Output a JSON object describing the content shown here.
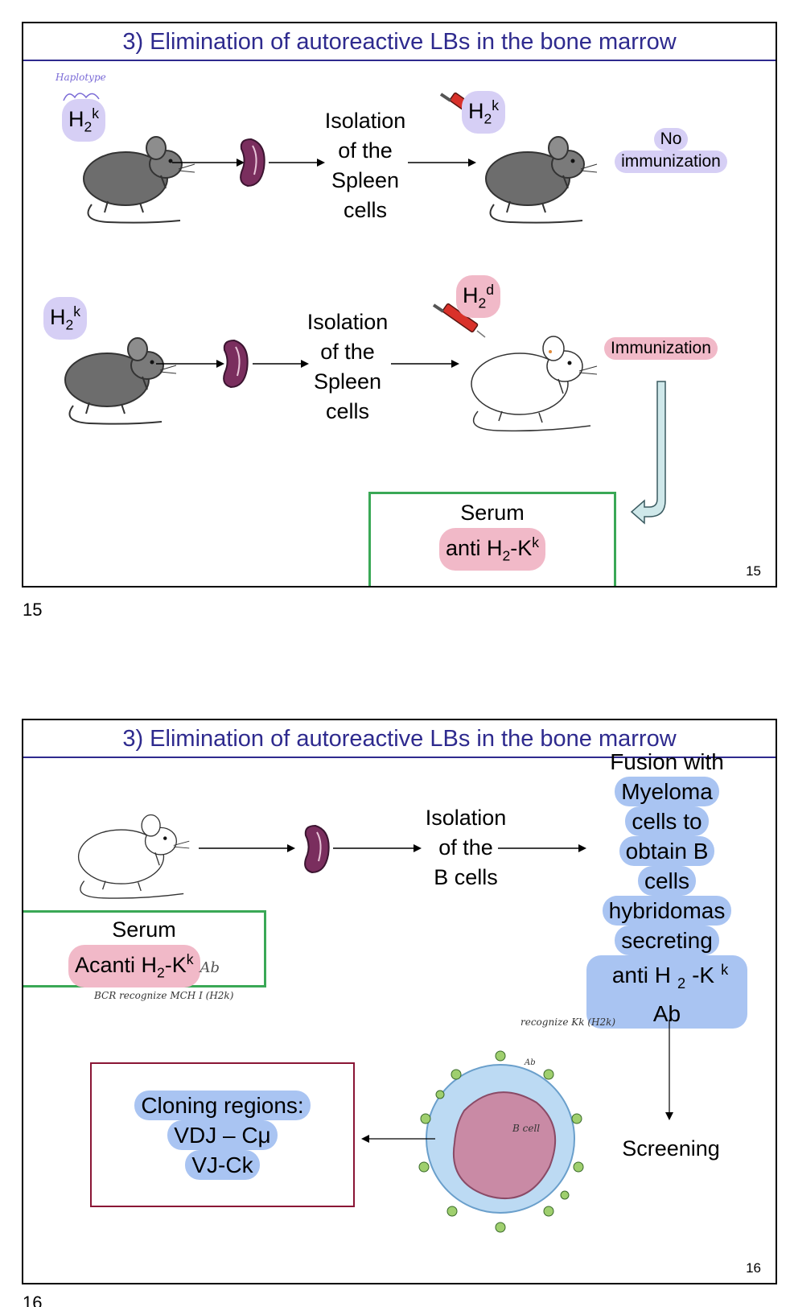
{
  "slide1": {
    "title": "3) Elimination of autoreactive LBs in the bone marrow",
    "haplotype_note": "Haplotype",
    "row1": {
      "mouse_tag": {
        "base": "H",
        "sub": "2",
        "sup": "k"
      },
      "isolation": [
        "Isolation",
        "of the",
        "Spleen",
        "cells"
      ],
      "syringe_tag": {
        "base": "H",
        "sub": "2",
        "sup": "k"
      },
      "result": [
        "No",
        "immunization"
      ]
    },
    "row2": {
      "mouse_tag": {
        "base": "H",
        "sub": "2",
        "sup": "k"
      },
      "isolation": [
        "Isolation",
        "of the",
        "Spleen",
        "cells"
      ],
      "syringe_tag": {
        "base": "H",
        "sub": "2",
        "sup": "d"
      },
      "result": "Immunization"
    },
    "serum": {
      "line1": "Serum",
      "line2_prefix": "anti H",
      "line2_sub": "2",
      "line2_mid": "-K",
      "line2_sup": "k"
    },
    "slide_number": "15"
  },
  "page_number_1": "15",
  "slide2": {
    "title": "3) Elimination of autoreactive LBs in the bone marrow",
    "isolation": [
      "Isolation",
      "of the",
      "B cells"
    ],
    "fusion_header": "Fusion with",
    "fusion_lines": [
      "Myeloma",
      "cells to",
      "obtain B",
      "cells",
      "hybridomas",
      "secreting"
    ],
    "fusion_last": {
      "prefix": "anti H",
      "sub": "2",
      "mid": "-K",
      "sup": "k",
      "suffix": " Ab"
    },
    "serum": {
      "line1": "Serum",
      "prefix": "Acanti H",
      "sub": "2",
      "mid": "-K",
      "sup": "k",
      "hand_suffix": "Ab"
    },
    "bcr_note": "BCR recognize MCH I (H2k)",
    "recognize_note": "recognize Kk (H2k)",
    "ab_note": "Ab",
    "bcell_note": "B cell",
    "cloning": [
      "Cloning regions:",
      "VDJ – Cμ",
      "VJ-Ck"
    ],
    "screening": "Screening",
    "slide_number": "16"
  },
  "page_number_2": "16",
  "colors": {
    "title_blue": "#2e2a8e",
    "purple_highlight": "#d6cff5",
    "pink_highlight": "#f1b9c8",
    "blue_highlight": "#a9c4f2",
    "green_box": "#3aa856",
    "red_box": "#8a1535"
  }
}
